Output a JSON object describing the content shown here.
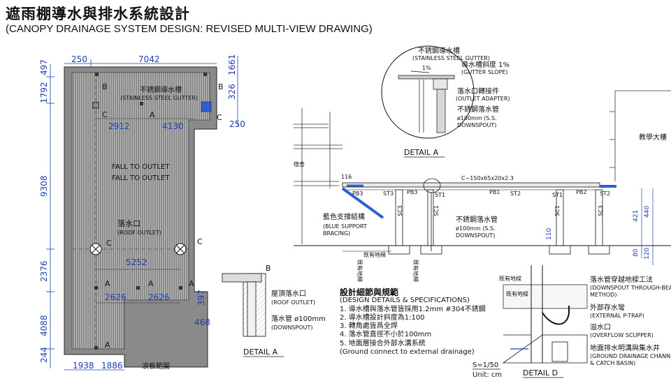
{
  "title": "遮雨棚導水與排水系統設計",
  "subtitle": "(CANOPY DRAINAGE SYSTEM DESIGN: REVISED MULTI-VIEW DRAWING)",
  "plan": {
    "dims_top": [
      "250",
      "7042"
    ],
    "dims_left": [
      "497",
      "1792",
      "9308",
      "2376",
      "4088",
      "244"
    ],
    "dims_right": [
      "1661",
      "326",
      "250"
    ],
    "dims_inner": [
      "2912",
      "4130",
      "5252",
      "2626",
      "2626"
    ],
    "dims_bottom": [
      "1938",
      "1886",
      "468",
      "397"
    ],
    "gutter_label_zh": "不銹鋼導水槽",
    "gutter_label_en": "(STAINLESS STEEL GUTTER)",
    "fall_1": "FALL TO OUTLET",
    "fall_2": "FALL TO OUTLET",
    "outlet_zh": "落水口",
    "outlet_en": "(ROOF OUTLET)",
    "wave_range": "浪板範圍",
    "markers": [
      "A",
      "B",
      "C"
    ]
  },
  "detail_a_top": {
    "gutter_zh": "不銹鋼導水槽",
    "gutter_en": "(STAINLESS STEEL GUTTER)",
    "slope_zh": "導水槽斜度 1%",
    "slope_en": "(GUTTER SLOPE)",
    "slope_pct": "1%",
    "adapter_zh": "落水口轉接件",
    "adapter_en": "(OUTLET ADAPTER)",
    "downspout_zh": "不銹鋼落水管",
    "downspout_size": "ø100mm (S.S.",
    "downspout_en": "DOWNSPOUT)",
    "caption": "DETAIL A"
  },
  "elevation": {
    "dorm": "宿舍",
    "teaching": "教學大樓",
    "beam": "C−150x65x20x2.3",
    "dim_116": "116",
    "bracing_zh": "藍色支撐結構",
    "bracing_en1": "(BLUE SUPPORT",
    "bracing_en2": "BRACING)",
    "downspout_zh": "不銹鋼落水管",
    "downspout_size": "ø100mm (S.S.",
    "downspout_en": "DOWNSPOUT)",
    "existing_ground": "既有地梯",
    "existing_ground2": "既有地梯",
    "existing_ground3": "既有地梯",
    "member_labels": [
      "PB3",
      "ST3",
      "PB3",
      "ST1",
      "PB1",
      "ST2",
      "ST1",
      "PB2",
      "ST2"
    ],
    "col_labels": [
      "SC3",
      "SC1",
      "SC1",
      "SC3"
    ],
    "heights": [
      "421",
      "440",
      "110",
      "120",
      "80"
    ]
  },
  "detail_a_bottom": {
    "marker": "B",
    "outlet_zh": "屋頂落水口",
    "outlet_en": "(ROOF OUTLET)",
    "pipe_zh": "落水管 ø100mm",
    "pipe_en": "(DOWNSPOUT)",
    "caption": "DETAIL A"
  },
  "specs": {
    "heading_zh": "設計細節與規範",
    "heading_en": "(DESIGN DETAILS & SPECIFICATIONS)",
    "items": [
      "1. 導水槽與落水管皆採用1.2mm #304不銹鋼",
      "2. 導水槽設計斜度為1:100",
      "3. 轉角處皆爲全焊",
      "4. 落水管直徑不小於100mm",
      "5. 地面層接合外部水溝系統",
      "(Ground connect to external drainage)"
    ]
  },
  "scale": "S=1/50",
  "unit": "Unit: cm",
  "detail_d": {
    "caption": "DETAIL D",
    "existing_beam": "既有地樑",
    "existing_beam2": "既有地樑",
    "through_zh": "落水管穿越地樑工法",
    "through_en1": "(DOWNSPOUT THROUGH-BEAM",
    "through_en2": "METHOD)",
    "ptrap_zh": "外部存水彎",
    "ptrap_en": "(EXTERNAL P-TRAP)",
    "overflow_zh": "溢水口",
    "overflow_en": "(OVERFLOW SCUPPER)",
    "basin_zh": "地面排水明溝與集水井",
    "basin_en1": "(GROUND DRAINAGE CHANNEL",
    "basin_en2": "& CATCH BASIN)"
  },
  "colors": {
    "blue": "#1d3fb0",
    "wall": "#8a8a8a",
    "bracing": "#2e5fd0"
  }
}
